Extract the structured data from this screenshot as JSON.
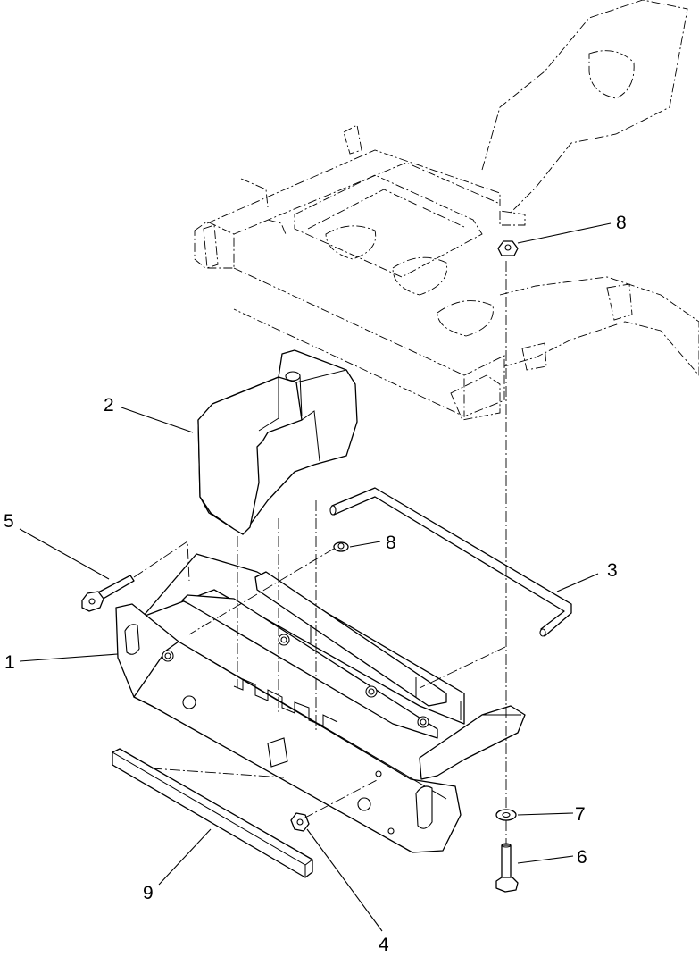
{
  "callouts": [
    "1",
    "2",
    "3",
    "4",
    "5",
    "6",
    "7",
    "8",
    "8",
    "9"
  ]
}
